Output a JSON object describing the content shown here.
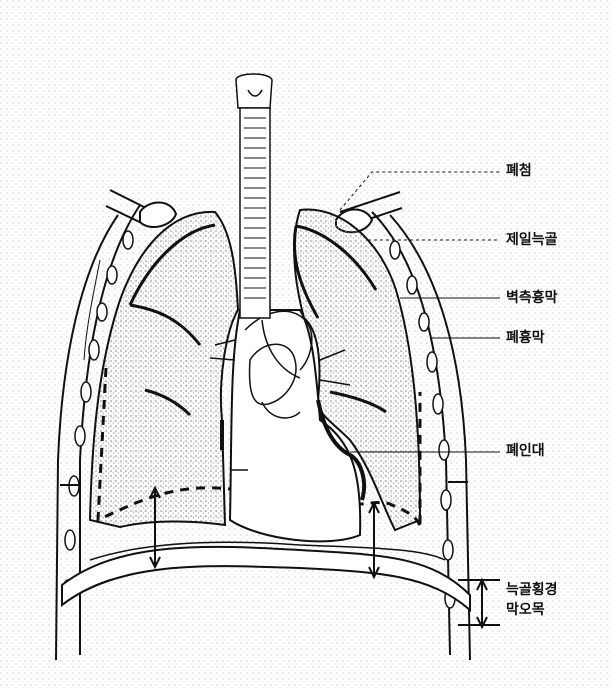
{
  "labels": {
    "pleural_cupula": "폐첨",
    "first_rib": "제일늑골",
    "costal_pleura": "벽측흉막",
    "visceral_pleura": "폐흉막",
    "pulmonary_ligament": "폐인대",
    "costodiaphragmatic_recess_line1": "늑골횡경",
    "costodiaphragmatic_recess_line2": "막오목"
  },
  "colors": {
    "ink": "#111111",
    "paper": "#ffffff",
    "stipple": "#9a9a9a"
  }
}
